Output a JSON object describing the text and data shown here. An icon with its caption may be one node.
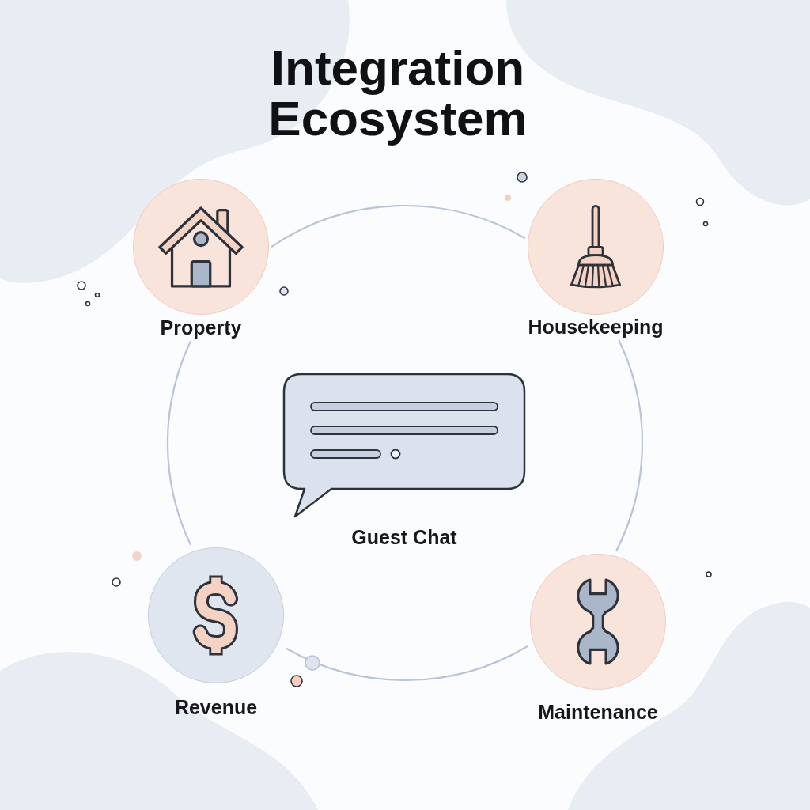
{
  "diagram": {
    "title": "Integration Ecosystem",
    "nodes": [
      {
        "text": [
          "Property"
        ]
      },
      {
        "text": [
          "Housekeeping"
        ]
      },
      {
        "text": [
          "Guest Chat"
        ]
      },
      {
        "text": [
          "Revenue"
        ]
      },
      {
        "text": [
          "Maintenance"
        ]
      }
    ],
    "edges": [
      {
        "from": 0,
        "to": 1,
        "arrow": "none"
      },
      {
        "from": 1,
        "to": 4,
        "arrow": "none"
      },
      {
        "from": 4,
        "to": 3,
        "arrow": "none"
      },
      {
        "from": 3,
        "to": 0,
        "arrow": "none"
      }
    ]
  }
}
